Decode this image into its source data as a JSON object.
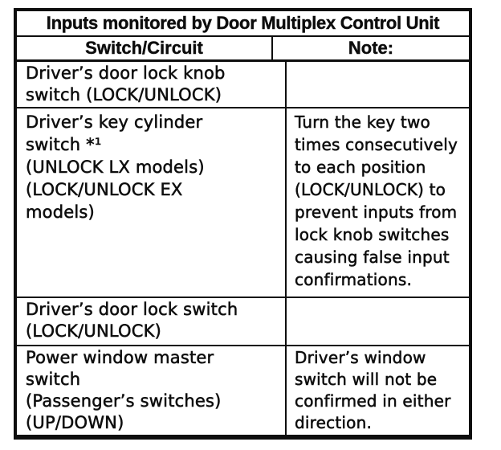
{
  "document": {
    "kind": "scanned-manual-table",
    "colors": {
      "ink": "#0d0d0d",
      "paper": "#ffffff"
    },
    "table": {
      "title": "Inputs monitored by Door Multiplex Control Unit",
      "columns": {
        "switch": "Switch/Circuit",
        "note": "Note:"
      },
      "rows": [
        {
          "switch": "Driver’s door lock knob\nswitch (LOCK/UNLOCK)",
          "note": ""
        },
        {
          "switch": "Driver’s key cylinder\nswitch *¹\n(UNLOCK LX models)\n(LOCK/UNLOCK EX\nmodels)",
          "note": "Turn the key two\ntimes consecutively\nto each position\n(LOCK/UNLOCK) to\nprevent inputs from\nlock knob switches\ncausing false input\nconfirmations."
        },
        {
          "switch": "Driver’s door lock switch\n(LOCK/UNLOCK)",
          "note": ""
        },
        {
          "switch": "Power window master\nswitch\n(Passenger’s switches)\n(UP/DOWN)",
          "note": "Driver’s window\nswitch will not be\nconfirmed in either\ndirection."
        }
      ]
    }
  }
}
